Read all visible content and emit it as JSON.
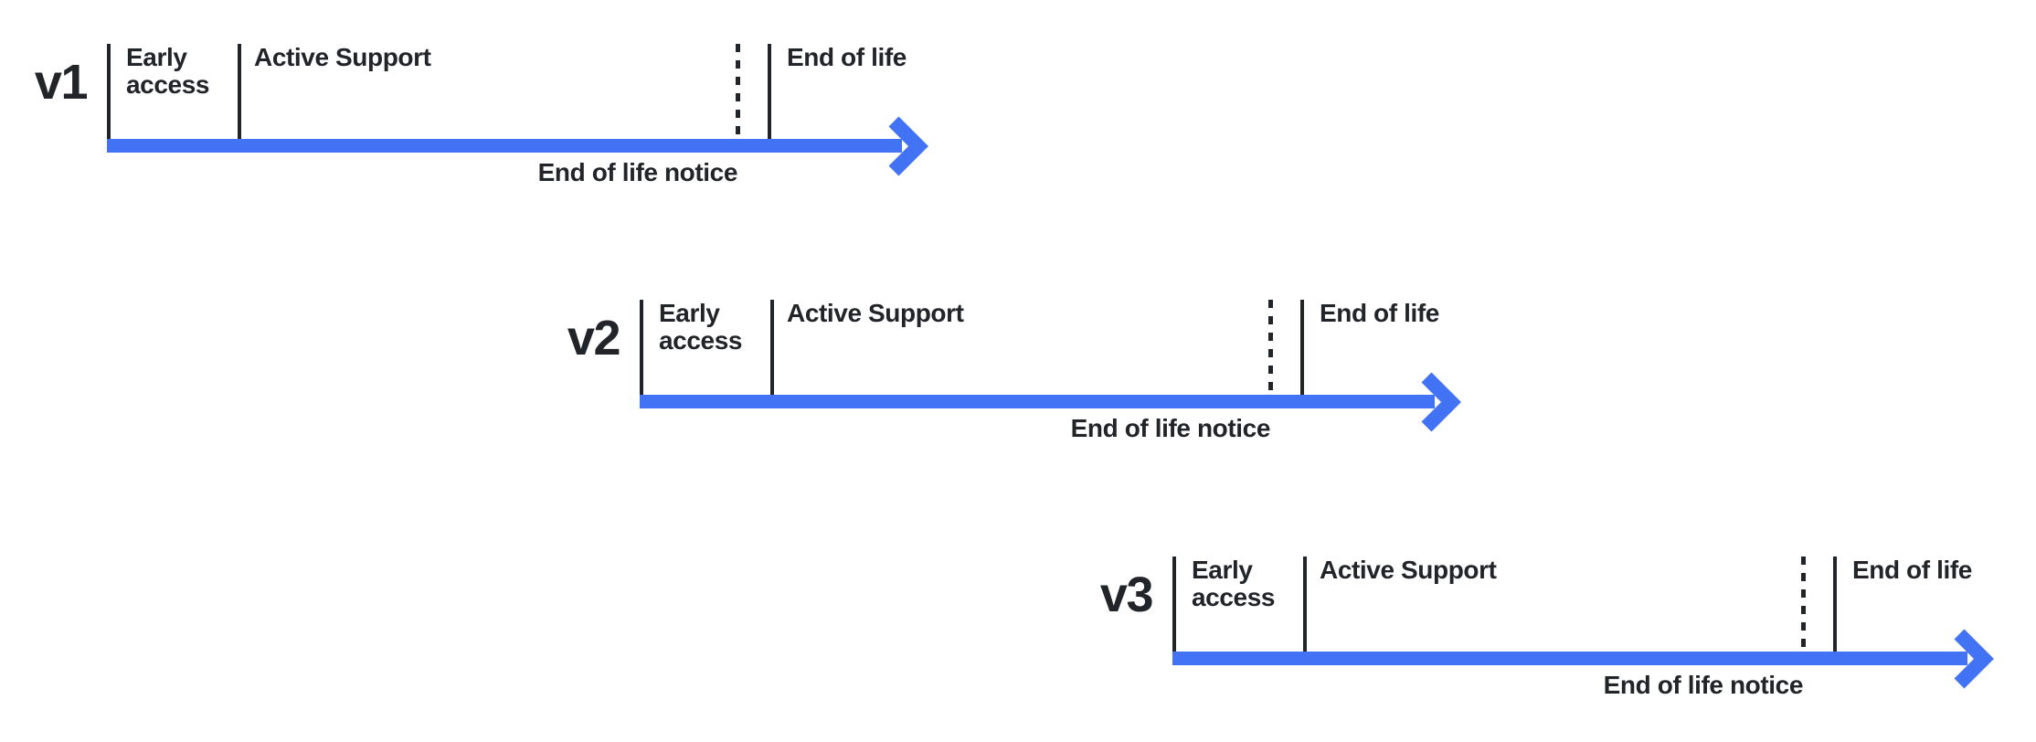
{
  "colors": {
    "arrow_blue": "#4273F4",
    "ink": "#212529"
  },
  "icons": [
    "arrow-right-icon"
  ],
  "timelines": [
    {
      "version": "v1",
      "stages": {
        "early_access": "Early access",
        "active_support": "Active Support",
        "end_of_life_notice": "End of life notice",
        "end_of_life": "End of life"
      }
    },
    {
      "version": "v2",
      "stages": {
        "early_access": "Early access",
        "active_support": "Active Support",
        "end_of_life_notice": "End of life notice",
        "end_of_life": "End of life"
      }
    },
    {
      "version": "v3",
      "stages": {
        "early_access": "Early access",
        "active_support": "Active Support",
        "end_of_life_notice": "End of life notice",
        "end_of_life": "End of life"
      }
    }
  ]
}
